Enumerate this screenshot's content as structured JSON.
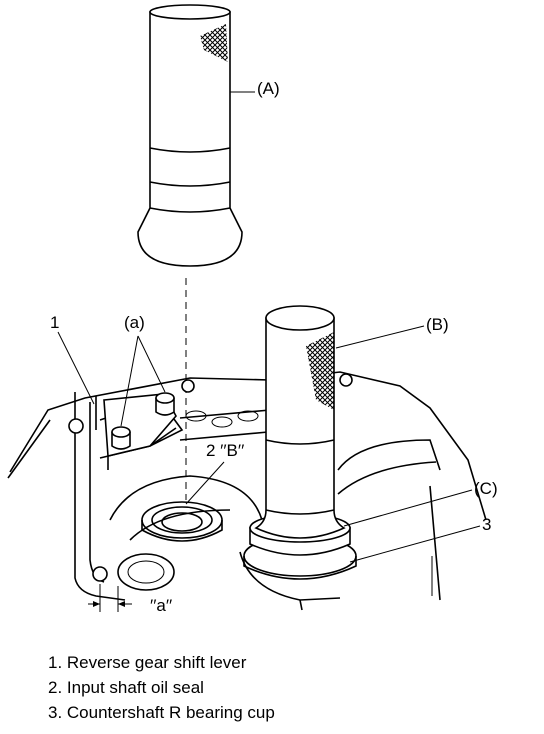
{
  "labels": {
    "tool_a": "(A)",
    "tool_b": "(B)",
    "tool_c": "(C)",
    "part_1": "1",
    "part_2": "2 ′′B′′",
    "part_3": "3",
    "bolts_a": "(a)",
    "dim_a": "′′a′′"
  },
  "legend": [
    "1. Reverse gear shift lever",
    "2. Input shaft oil seal",
    "3. Countershaft R bearing cup"
  ],
  "colors": {
    "ink": "#000000",
    "paper": "#ffffff"
  }
}
